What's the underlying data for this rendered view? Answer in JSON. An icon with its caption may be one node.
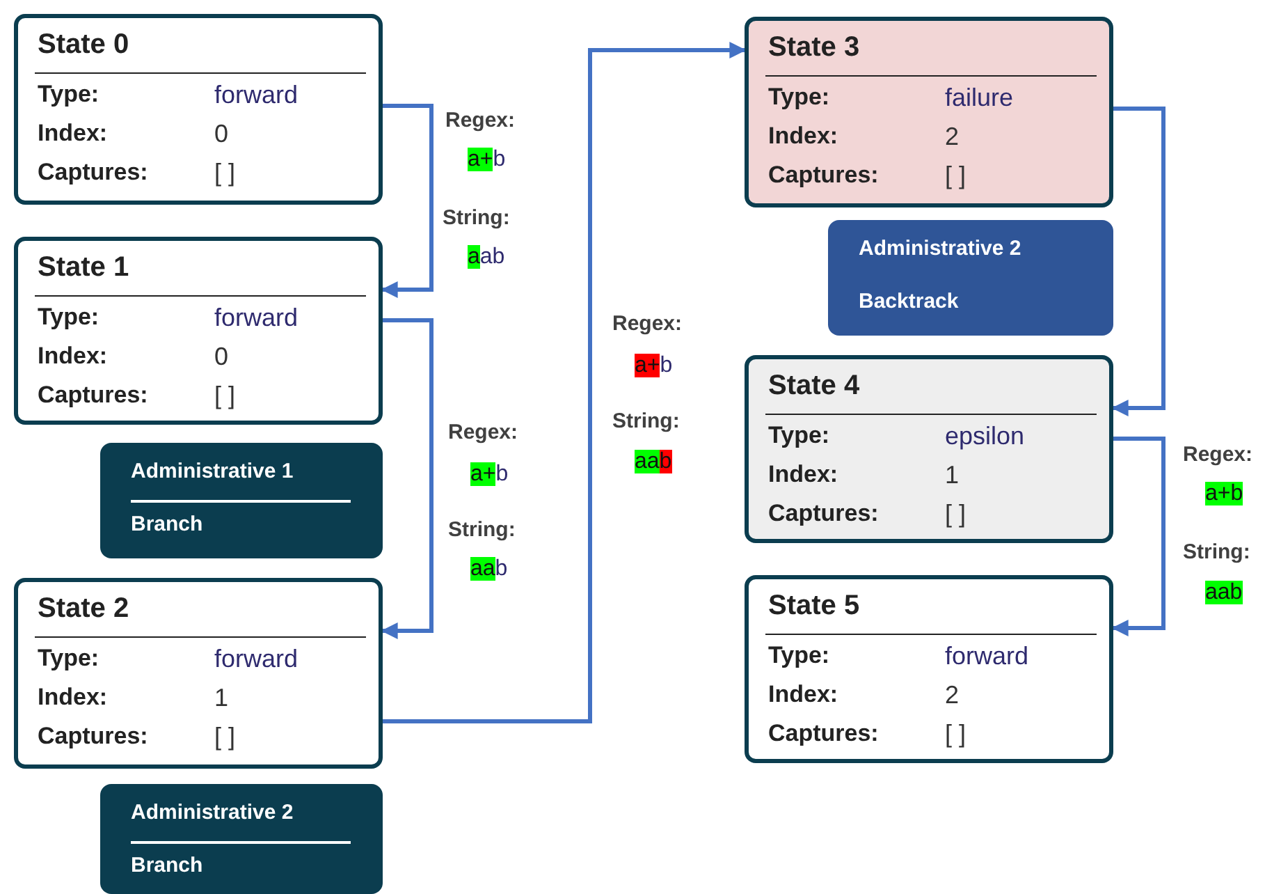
{
  "diagram": {
    "nodes": [
      {
        "text": [
          "State 0",
          "Type:",
          "forward",
          "Index:",
          "0",
          "Captures:",
          "[ ]"
        ]
      },
      {
        "text": [
          "State 1",
          "Type:",
          "forward",
          "Index:",
          "0",
          "Captures:",
          "[ ]"
        ]
      },
      {
        "text": [
          "Administrative 1",
          "Branch"
        ]
      },
      {
        "text": [
          "State 2",
          "Type:",
          "forward",
          "Index:",
          "1",
          "Captures:",
          "[ ]"
        ]
      },
      {
        "text": [
          "Administrative 2",
          "Branch"
        ]
      },
      {
        "text": [
          "State 3",
          "Type:",
          "failure",
          "Index:",
          "2",
          "Captures:",
          "[ ]"
        ]
      },
      {
        "text": [
          "Administrative 2",
          "Backtrack"
        ]
      },
      {
        "text": [
          "State 4",
          "Type:",
          "epsilon",
          "Index:",
          "1",
          "Captures:",
          "[ ]"
        ]
      },
      {
        "text": [
          "State 5",
          "Type:",
          "forward",
          "Index:",
          "2",
          "Captures:",
          "[ ]"
        ]
      }
    ],
    "edges": [
      {
        "from": 0,
        "to": 1,
        "arrow": "to"
      },
      {
        "from": 1,
        "to": 3,
        "arrow": "to"
      },
      {
        "from": 3,
        "to": 5,
        "arrow": "to"
      },
      {
        "from": 5,
        "to": 7,
        "arrow": "to"
      },
      {
        "from": 7,
        "to": 8,
        "arrow": "to"
      }
    ],
    "labels": [
      "Regex:",
      "a+b",
      "String:",
      "aab",
      "Regex:",
      "a+b",
      "String:",
      "aab",
      "Regex:",
      "a+b",
      "String:",
      "aab",
      "Regex:",
      "a+b",
      "String:",
      "aab"
    ]
  }
}
